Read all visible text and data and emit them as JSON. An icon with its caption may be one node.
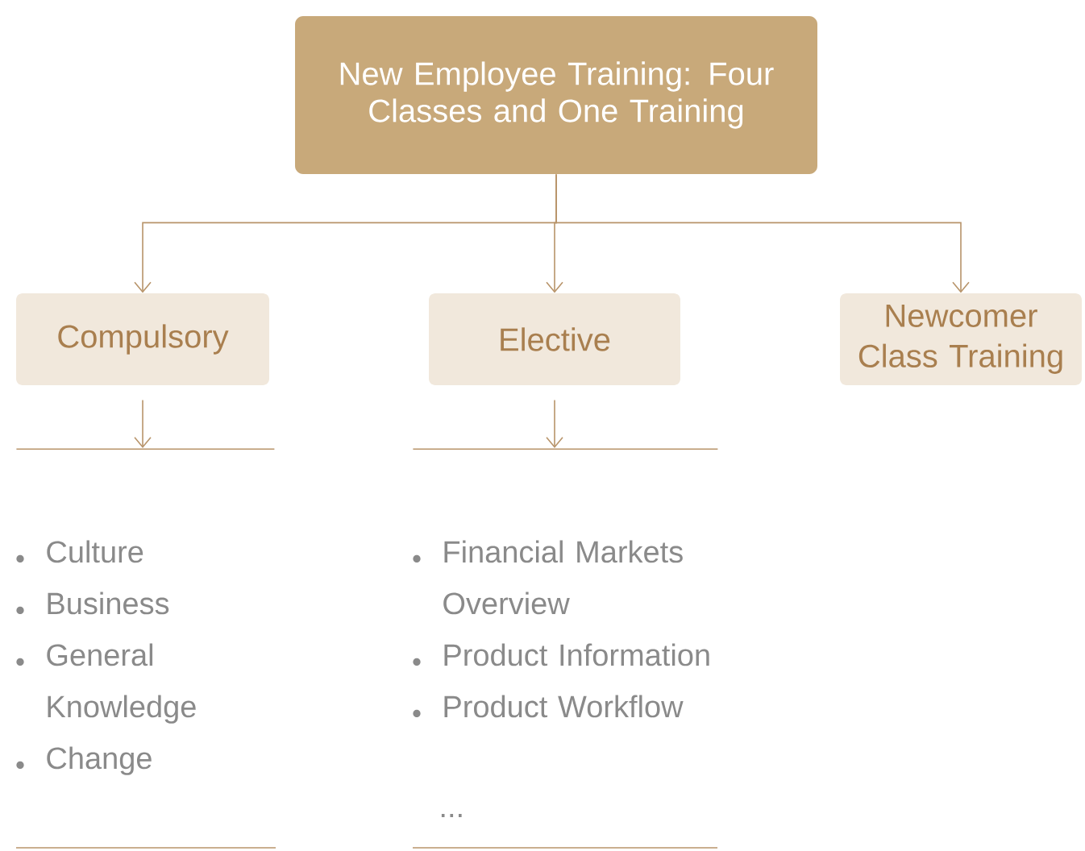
{
  "diagram": {
    "nodes": [
      {
        "text": [
          "New Employee Training: Four Classes and One Training"
        ]
      },
      {
        "text": [
          "Compulsory"
        ]
      },
      {
        "text": [
          "Elective"
        ]
      },
      {
        "text": [
          "Newcomer Class Training"
        ]
      },
      {
        "text": [
          "Culture",
          "Business",
          "General Knowledge",
          "Change"
        ]
      },
      {
        "text": [
          "Financial Markets Overview",
          "Product Information",
          "Product Workflow"
        ]
      }
    ],
    "edges": [
      {
        "from": 0,
        "to": 1,
        "arrow": "to"
      },
      {
        "from": 0,
        "to": 2,
        "arrow": "to"
      },
      {
        "from": 0,
        "to": 3,
        "arrow": "to"
      },
      {
        "from": 1,
        "to": 4,
        "arrow": "to"
      },
      {
        "from": 2,
        "to": 5,
        "arrow": "to"
      }
    ],
    "labels": [
      "..."
    ]
  }
}
